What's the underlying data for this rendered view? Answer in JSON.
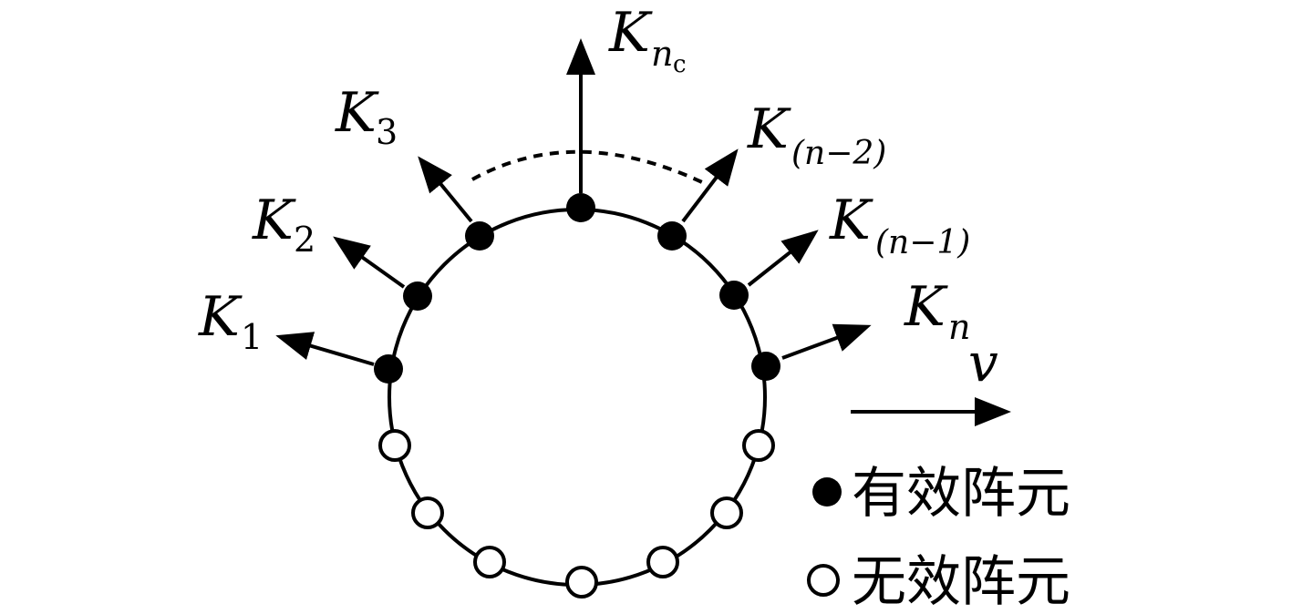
{
  "vectors": [
    {
      "main": "K",
      "sub": "1"
    },
    {
      "main": "K",
      "sub": "2"
    },
    {
      "main": "K",
      "sub": "3"
    },
    {
      "main": "K",
      "sub": "n",
      "sub2": "c"
    },
    {
      "main": "K",
      "sub": "(n−2)"
    },
    {
      "main": "K",
      "sub": "(n−1)"
    },
    {
      "main": "K",
      "sub": "n"
    }
  ],
  "velocity": {
    "label": "v"
  },
  "legend": {
    "active_label": "有效阵元",
    "inactive_label": "无效阵元"
  }
}
